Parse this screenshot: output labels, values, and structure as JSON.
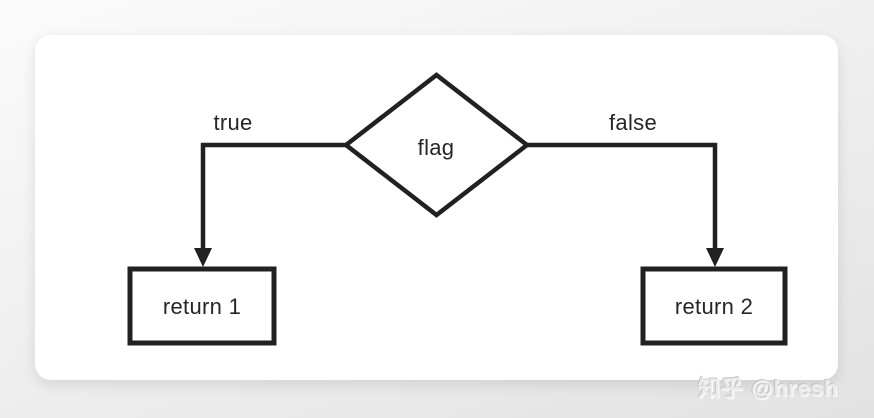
{
  "flowchart": {
    "decision": {
      "label": "flag"
    },
    "branches": [
      {
        "label": "true",
        "target": "return 1"
      },
      {
        "label": "false",
        "target": "return 2"
      }
    ]
  },
  "watermark": {
    "text": "知乎 @hresh"
  },
  "colors": {
    "stroke": "#212121",
    "text": "#262626",
    "card_bg": "#ffffff",
    "page_bg": "#ececec",
    "watermark": "#ebebeb"
  }
}
